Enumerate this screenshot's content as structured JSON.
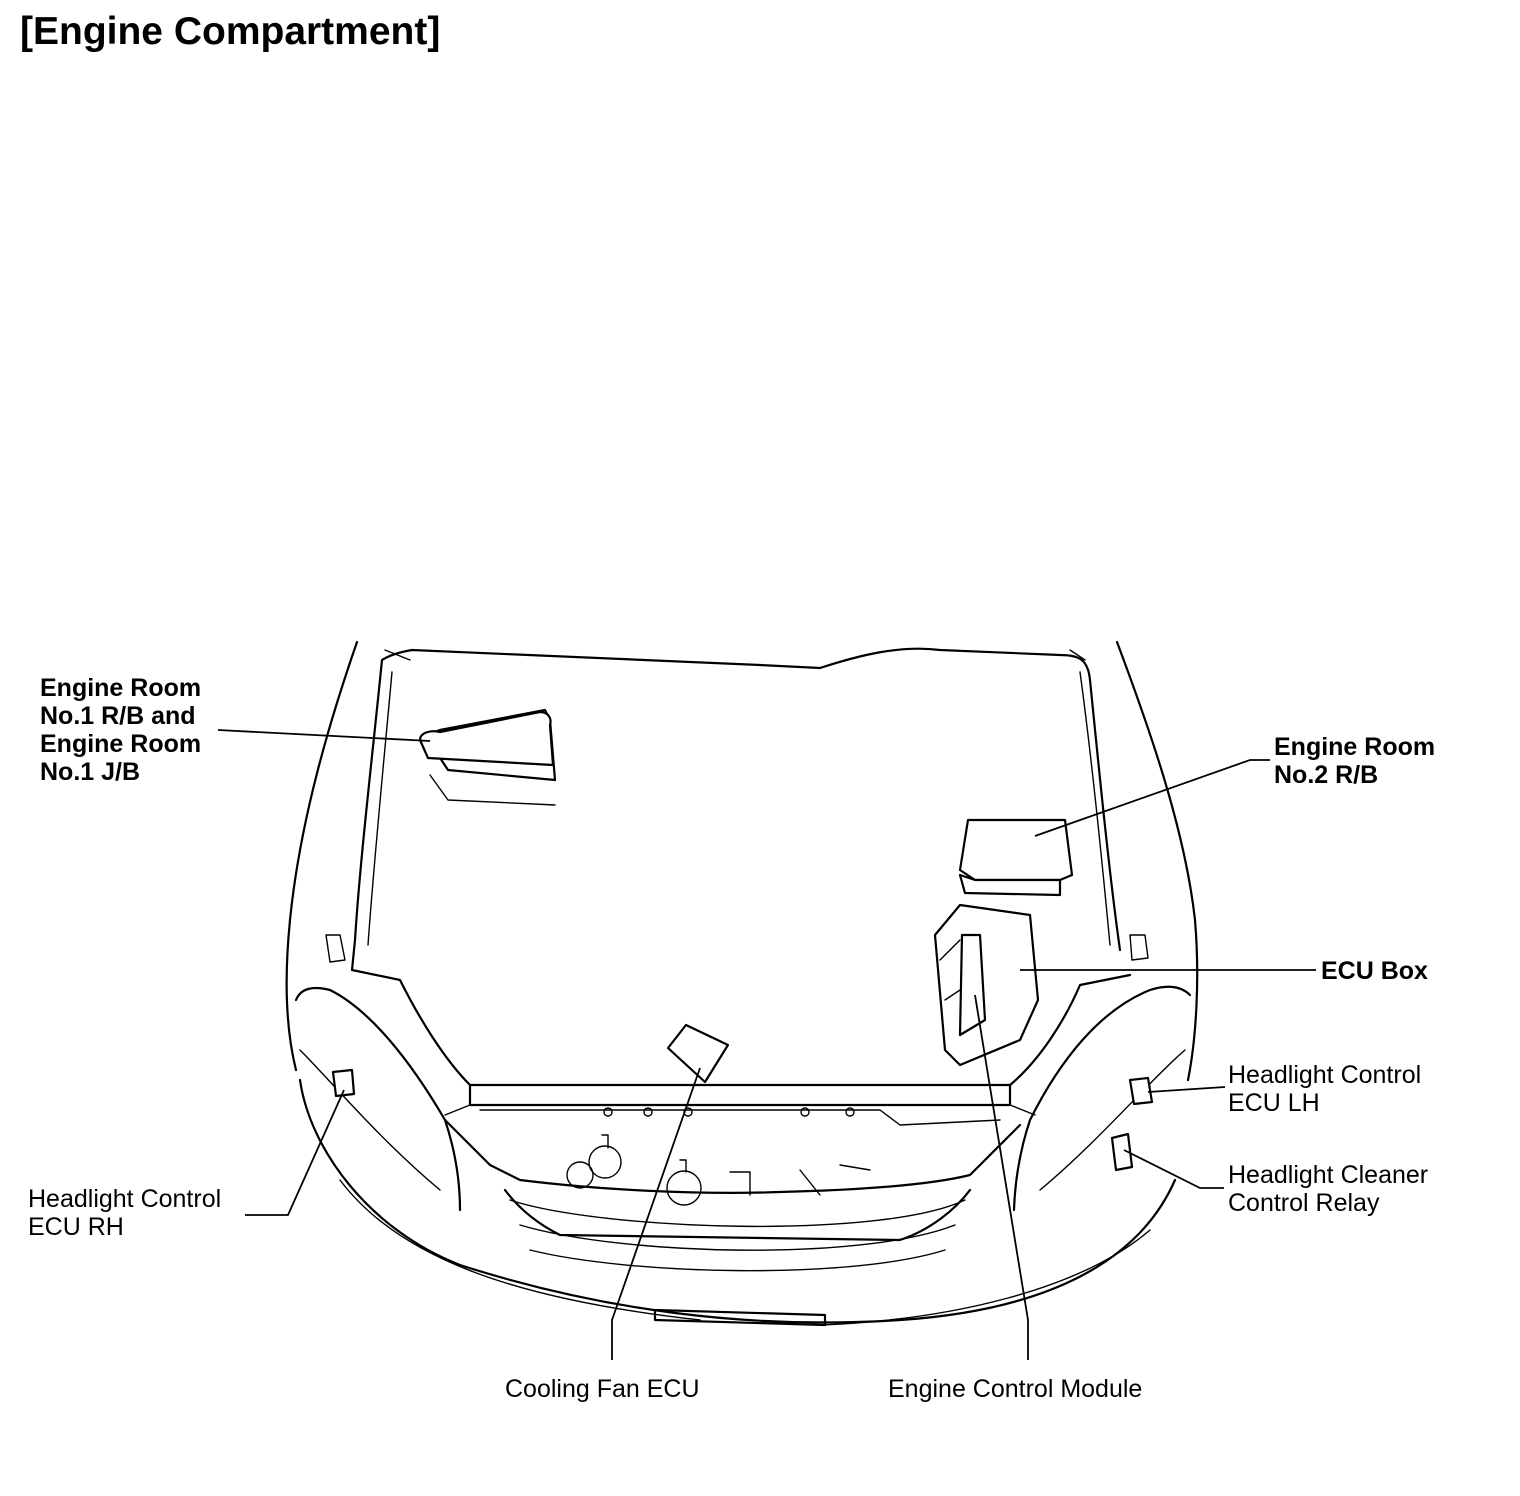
{
  "title": "[Engine Compartment]",
  "labels": {
    "engine_room_no1": "Engine Room\nNo.1 R/B and\nEngine Room\nNo.1 J/B",
    "engine_room_no2": "Engine Room\nNo.2 R/B",
    "ecu_box": "ECU Box",
    "headlight_control_lh": "Headlight Control\nECU LH",
    "headlight_cleaner_relay": "Headlight Cleaner\nControl Relay",
    "headlight_control_rh": "Headlight Control\nECU RH",
    "cooling_fan_ecu": "Cooling Fan ECU",
    "engine_control_module": "Engine Control Module"
  }
}
